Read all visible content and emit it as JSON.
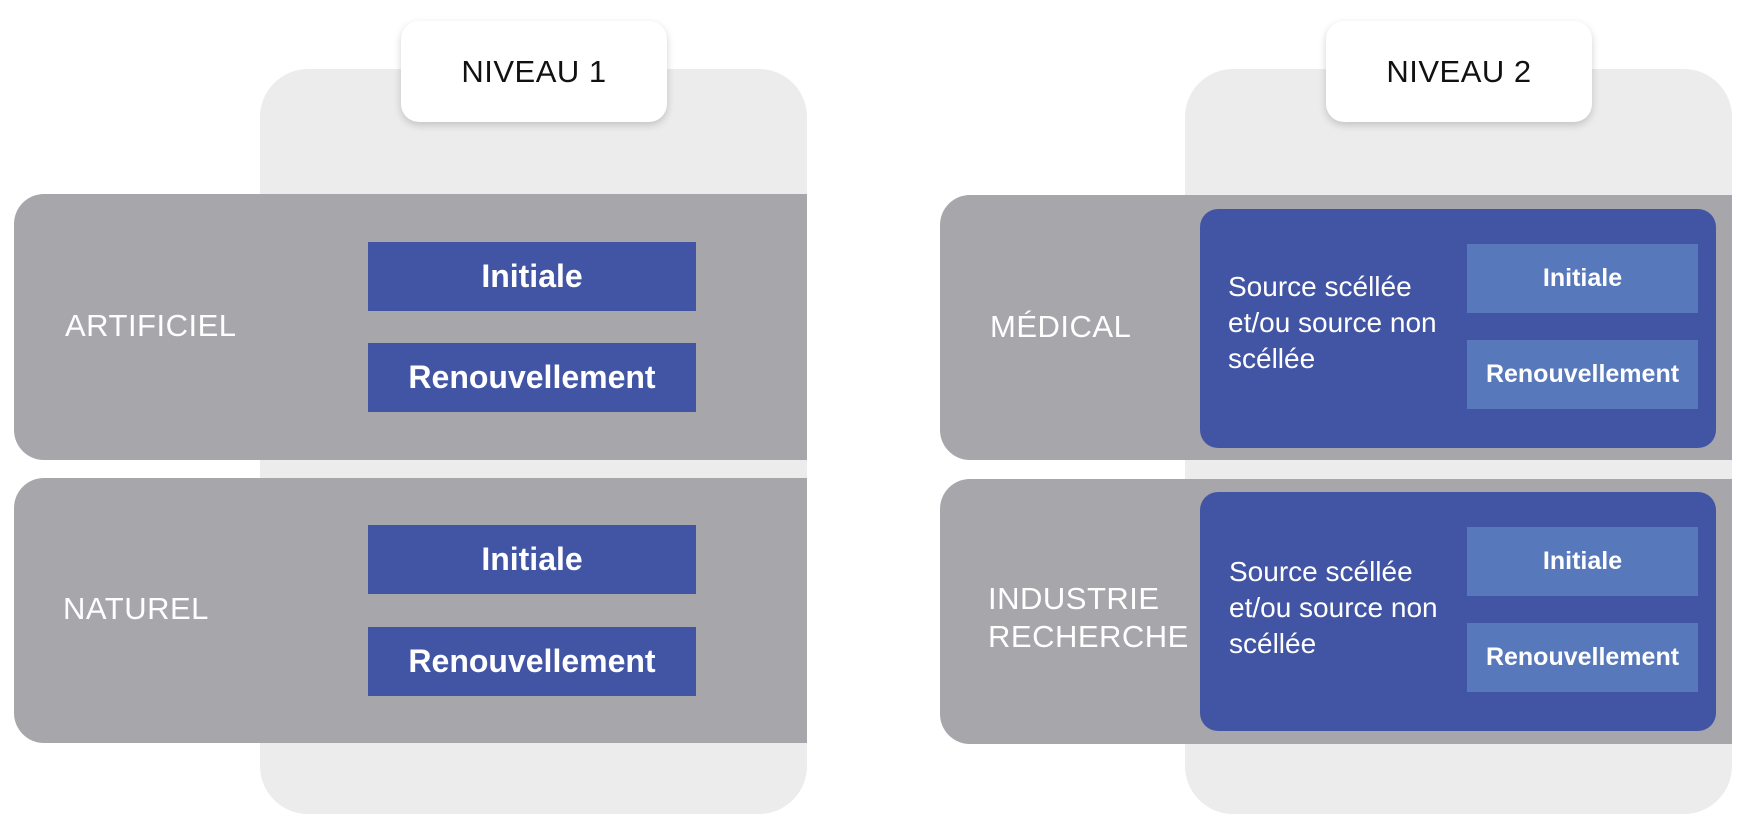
{
  "level1": {
    "title": "NIVEAU 1",
    "rows": [
      {
        "label": "ARTIFICIEL",
        "buttons": [
          "Initiale",
          "Renouvellement"
        ]
      },
      {
        "label": "NATUREL",
        "buttons": [
          "Initiale",
          "Renouvellement"
        ]
      }
    ]
  },
  "level2": {
    "title": "NIVEAU 2",
    "rows": [
      {
        "label": "MÉDICAL",
        "group_text": "Source scéllée et/ou source non scéllée",
        "buttons": [
          "Initiale",
          "Renouvellement"
        ]
      },
      {
        "label": "INDUSTRIE RECHERCHE",
        "group_text": "Source scéllée et/ou source non scéllée",
        "buttons": [
          "Initiale",
          "Renouvellement"
        ]
      }
    ]
  },
  "colors": {
    "band": "#a7a6ab",
    "panel": "#ececed",
    "primary": "#4255a4",
    "secondary": "#5878bc"
  }
}
